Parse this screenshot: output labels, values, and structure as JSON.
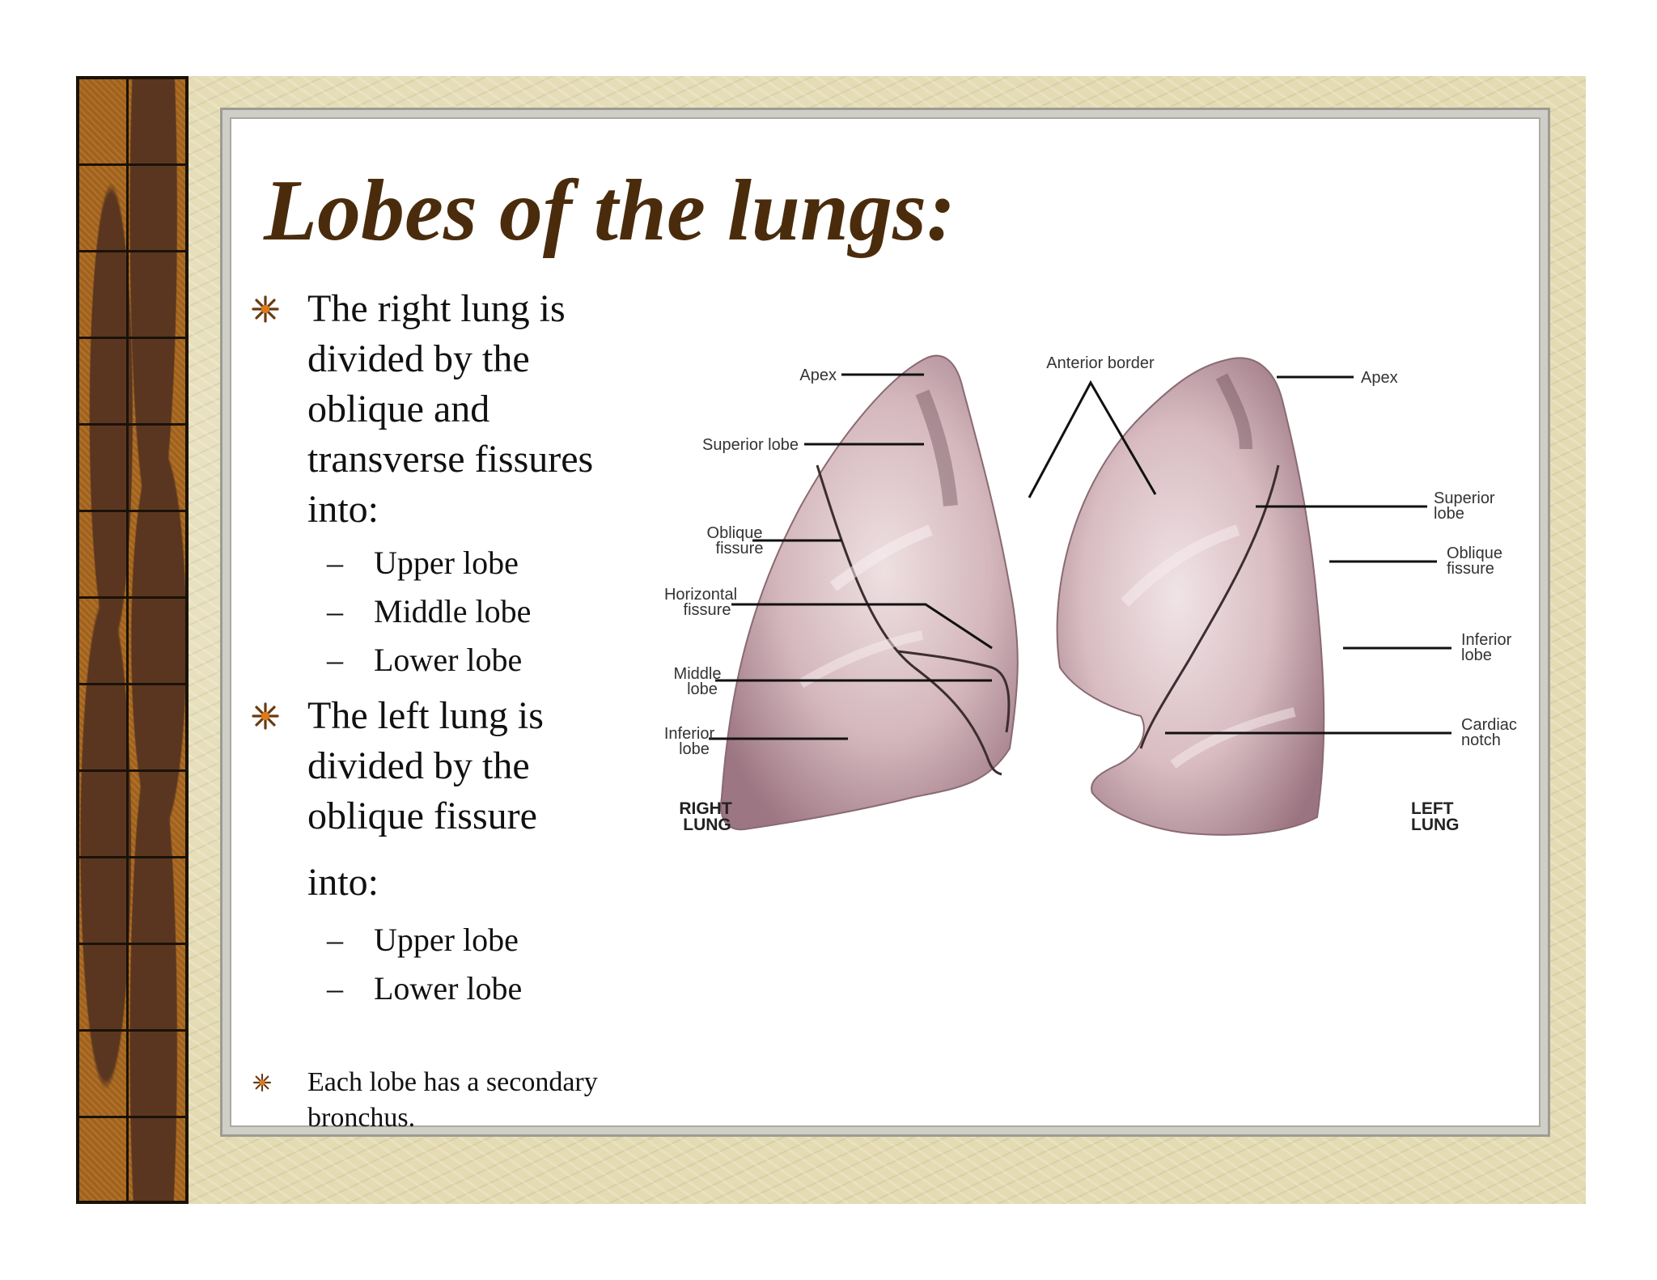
{
  "slide": {
    "title": "Lobes of the lungs:",
    "bullets": [
      {
        "lines": [
          "The right lung is",
          "divided by the",
          "oblique and",
          "transverse fissures",
          "into:"
        ],
        "sub_items": [
          "Upper lobe",
          "Middle lobe",
          "Lower lobe"
        ]
      },
      {
        "lines": [
          "The left lung is",
          "divided by the",
          "oblique fissure",
          "into:"
        ],
        "sub_items": [
          "Upper lobe",
          "Lower lobe"
        ]
      },
      {
        "lines": [
          "Each lobe has a secondary",
          "bronchus."
        ]
      }
    ],
    "dash": "–"
  },
  "diagram": {
    "labels": {
      "apex_right": "Apex",
      "superior_lobe_right": "Superior lobe",
      "oblique_fissure_right": [
        "Oblique",
        "fissure"
      ],
      "horizontal_fissure": [
        "Horizontal",
        "fissure"
      ],
      "middle_lobe": [
        "Middle",
        "lobe"
      ],
      "inferior_lobe_right": [
        "Inferior",
        "lobe"
      ],
      "right_lung": [
        "RIGHT",
        "LUNG"
      ],
      "anterior_border": "Anterior border",
      "apex_left": "Apex",
      "superior_lobe_left": [
        "Superior",
        "lobe"
      ],
      "oblique_fissure_left": [
        "Oblique",
        "fissure"
      ],
      "inferior_lobe_left": [
        "Inferior",
        "lobe"
      ],
      "cardiac_notch": [
        "Cardiac",
        "notch"
      ],
      "left_lung": [
        "LEFT",
        "LUNG"
      ]
    }
  }
}
